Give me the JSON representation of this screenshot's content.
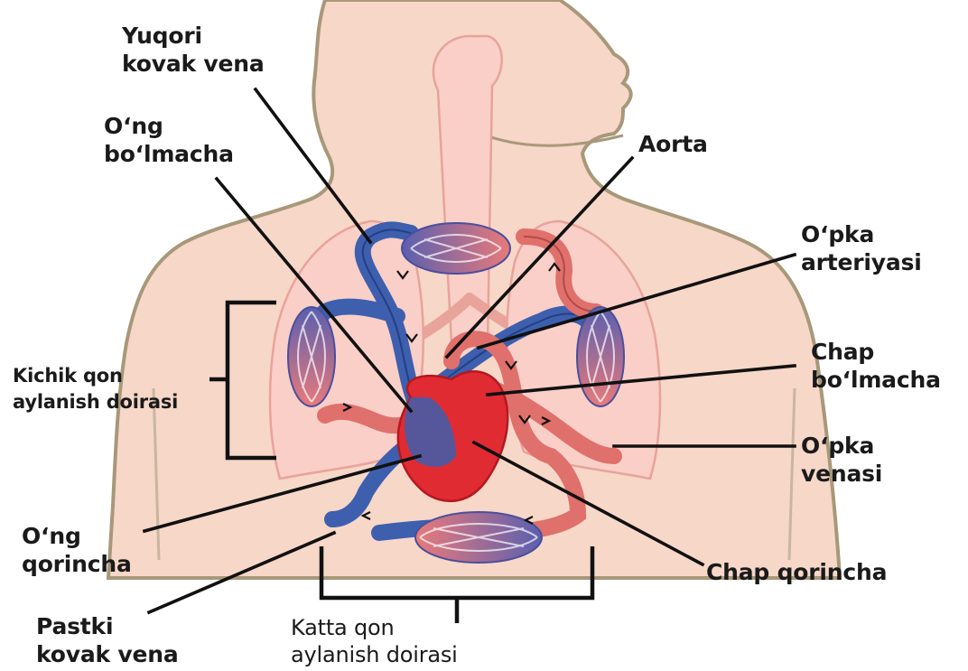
{
  "labels": {
    "superior_vena_cava": [
      "Yuqori",
      "kovak vena"
    ],
    "right_atrium": [
      "O‘ng",
      "bo‘lmacha"
    ],
    "aorta": [
      "Aorta"
    ],
    "pulmonary_artery": [
      "O‘pka",
      "arteriyasi"
    ],
    "pulmonary_circulation": [
      "Kichik qon",
      "aylanish doirasi"
    ],
    "left_atrium": [
      "Chap",
      "bo‘lmacha"
    ],
    "pulmonary_vein": [
      "O‘pka",
      "venasi"
    ],
    "right_ventricle": [
      "O‘ng",
      "qorincha"
    ],
    "left_ventricle": [
      "Chap qorincha"
    ],
    "inferior_vena_cava": [
      "Pastki",
      "kovak vena"
    ],
    "systemic_circulation": [
      "Katta qon",
      "aylanish doirasi"
    ]
  },
  "colors": {
    "deoxygenated_blood": "#3d5fae",
    "oxygenated_blood": "#e0706b",
    "heart": "#e02b33",
    "body_silhouette": "#f7d7c8",
    "body_outline": "#a8987a",
    "lungs": "#f9cfc8",
    "capillary_bed_gradient": [
      "#5a5fb0",
      "#e97a7a"
    ],
    "leader_lines": "#111111"
  }
}
